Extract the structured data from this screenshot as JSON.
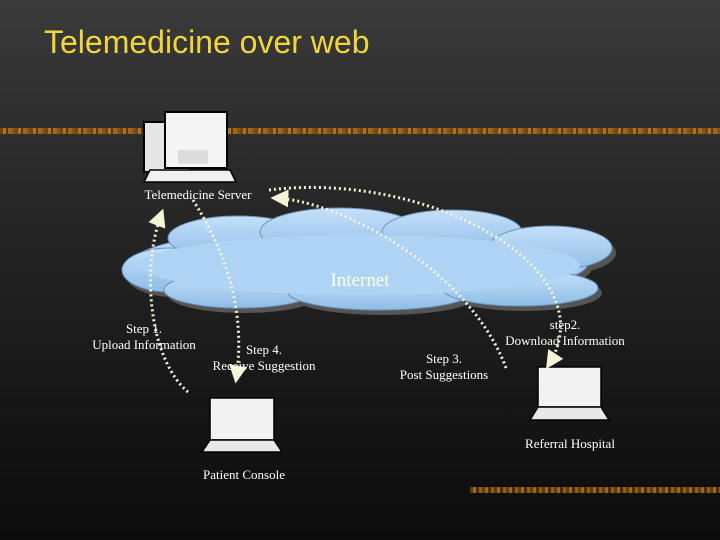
{
  "slide": {
    "title": "Telemedicine over web"
  },
  "diagram": {
    "cloud_label": "Internet",
    "nodes": {
      "server": "Telemedicine Server",
      "patient": "Patient Console",
      "hospital": "Referral Hospital"
    },
    "steps": {
      "step1": [
        "Step 1.",
        "Upload Information"
      ],
      "step2": [
        "step2.",
        "Download Information"
      ],
      "step3": [
        "Step 3.",
        "Post Suggestions"
      ],
      "step4": [
        "Step 4.",
        "Receive Suggestion"
      ]
    }
  },
  "colors": {
    "title": "#f0d63c",
    "cloud": "#a8cdf0",
    "computer": "#f2f2f2",
    "arrow": "#f4f4d8",
    "text": "#ffffff"
  }
}
